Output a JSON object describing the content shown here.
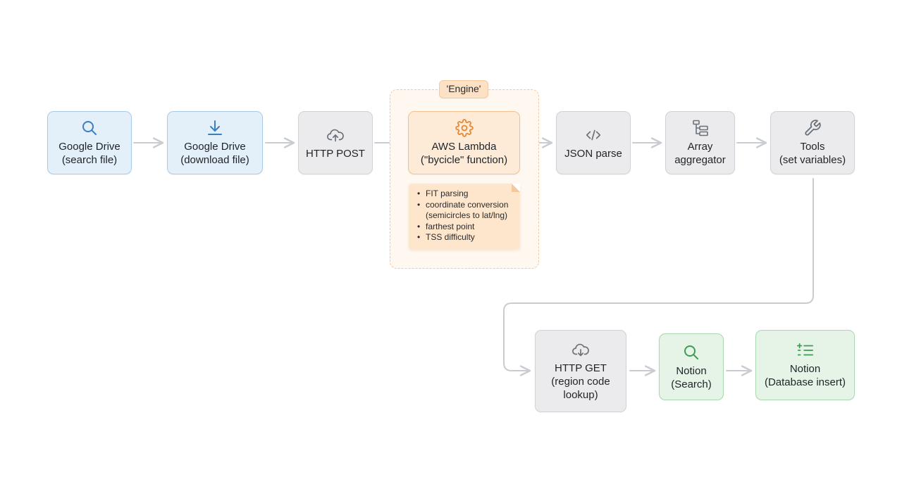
{
  "nodes": {
    "gdrive_search": {
      "label": "Google Drive\n(search file)",
      "icon": "search-icon"
    },
    "gdrive_download": {
      "label": "Google Drive\n(download file)",
      "icon": "download-icon"
    },
    "http_post": {
      "label": "HTTP POST",
      "icon": "cloud-upload-icon"
    },
    "lambda": {
      "label": "AWS Lambda\n(\"bycicle\" function)",
      "icon": "gear-icon"
    },
    "json_parse": {
      "label": "JSON parse",
      "icon": "code-icon"
    },
    "array_agg": {
      "label": "Array\naggregator",
      "icon": "tree-structure-icon"
    },
    "tools": {
      "label": "Tools\n(set variables)",
      "icon": "wrench-icon"
    },
    "http_get": {
      "label": "HTTP GET\n(region code\nlookup)",
      "icon": "cloud-download-icon"
    },
    "notion_search": {
      "label": "Notion\n(Search)",
      "icon": "search-icon"
    },
    "notion_insert": {
      "label": "Notion\n(Database insert)",
      "icon": "list-add-icon"
    }
  },
  "engine": {
    "tag": "'Engine'",
    "notes": [
      "FIT parsing",
      "coordinate conversion (semicircles to lat/lng)",
      "farthest point",
      "TSS difficulty"
    ]
  },
  "colors": {
    "blue_icon": "#3b7fc0",
    "gray_icon": "#6b7078",
    "orange_icon": "#e58a36",
    "green_icon": "#3e9b52",
    "connector": "#c9ccd1"
  }
}
